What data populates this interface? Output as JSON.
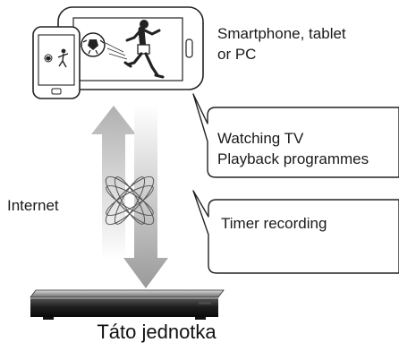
{
  "device_label": {
    "line1": "Smartphone, tablet",
    "line2": "or PC"
  },
  "bubble_watch": {
    "line1": "Watching TV",
    "line2": "Playback programmes"
  },
  "bubble_timer": {
    "text": "Timer recording"
  },
  "internet_label": "Internet",
  "caption": "Táto jednotka",
  "icons": {
    "tablet": "tablet-icon",
    "smartphone": "smartphone-icon",
    "ball": "soccer-ball-icon",
    "player": "soccer-player-icon",
    "globe": "internet-globe-icon",
    "recorder": "blu-ray-recorder-icon",
    "arrow_up": "arrow-up-icon",
    "arrow_down": "arrow-down-icon"
  },
  "colors": {
    "outline": "#222222",
    "arrow_light": "#c8c8c8",
    "arrow_dark": "#9a9a9a",
    "recorder_top": "#8c8c8c",
    "recorder_body": "#2a2a2a"
  }
}
